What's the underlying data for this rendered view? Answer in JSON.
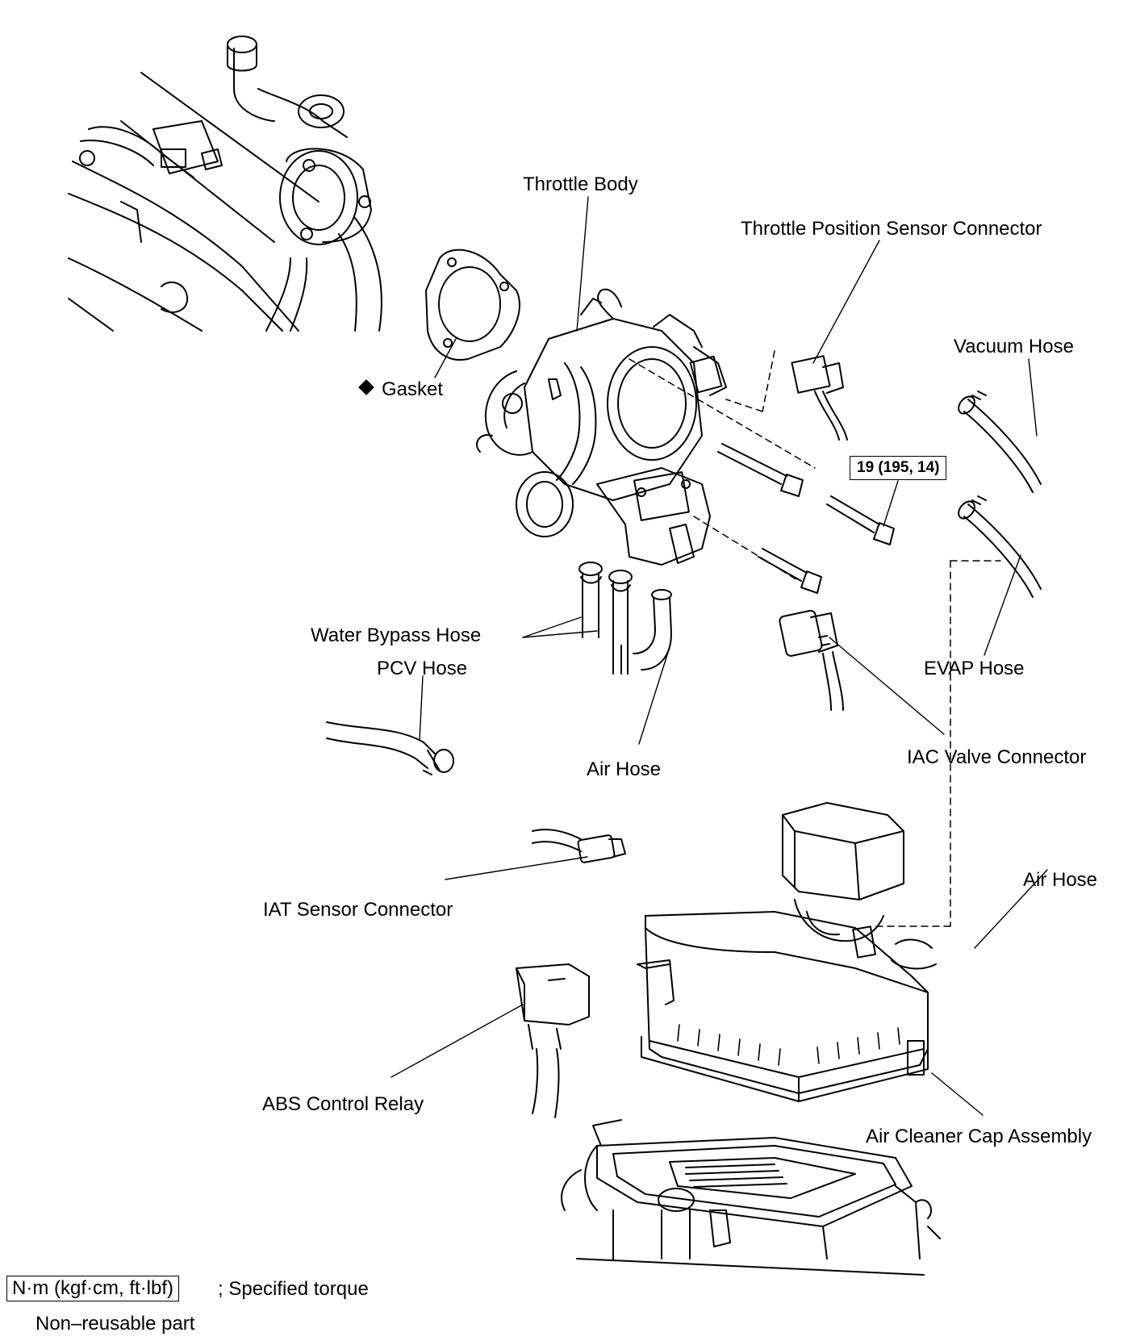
{
  "labels": {
    "throttle_body": "Throttle Body",
    "tps_connector": "Throttle Position Sensor Connector",
    "vacuum_hose": "Vacuum Hose",
    "gasket": "Gasket",
    "torque_value": "19 (195, 14)",
    "water_bypass_hose": "Water Bypass Hose",
    "pcv_hose": "PCV Hose",
    "evap_hose": "EVAP Hose",
    "air_hose_upper": "Air Hose",
    "iac_connector": "IAC Valve Connector",
    "iat_connector": "IAT Sensor Connector",
    "air_hose_right": "Air Hose",
    "abs_relay": "ABS Control Relay",
    "air_cleaner_cap": "Air Cleaner Cap Assembly"
  },
  "legend": {
    "torque_unit": "N·m (kgf·cm, ft·lbf)",
    "torque_desc": "; Specified torque",
    "nonreusable_desc": "Non–reusable part"
  }
}
